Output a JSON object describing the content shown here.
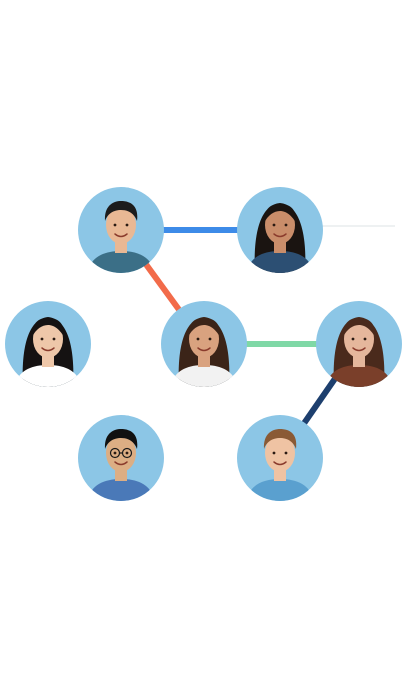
{
  "colors": {
    "background": "#ffffff",
    "avatar_background": "#8cc6e6",
    "connector_blue": "#3d8be8",
    "connector_orange": "#f26b4a",
    "connector_green": "#7fd8a6",
    "connector_navy": "#1d3f6e",
    "connector_faint": "#dde3e6"
  },
  "people": [
    {
      "id": "man-glasses-off-top-left",
      "skin": "#e9b894",
      "hair": "#1c1c1c",
      "hair_style": "short",
      "shirt": "#3b6f87",
      "accessory": "none"
    },
    {
      "id": "woman-top-right",
      "skin": "#c98d6a",
      "hair": "#1a1411",
      "hair_style": "long",
      "shirt": "#2c4f73",
      "accessory": "none"
    },
    {
      "id": "woman-left",
      "skin": "#eec7a9",
      "hair": "#151212",
      "hair_style": "long",
      "shirt": "#ffffff",
      "accessory": "none"
    },
    {
      "id": "woman-center",
      "skin": "#d9a27f",
      "hair": "#3b2418",
      "hair_style": "long",
      "shirt": "#f2f2f2",
      "accessory": "none"
    },
    {
      "id": "woman-right",
      "skin": "#e5b79c",
      "hair": "#4a2a1c",
      "hair_style": "long",
      "shirt": "#7a3f2a",
      "accessory": "none"
    },
    {
      "id": "man-glasses-bottom-left",
      "skin": "#dcae84",
      "hair": "#111111",
      "hair_style": "short",
      "shirt": "#4a79b8",
      "accessory": "glasses"
    },
    {
      "id": "man-bottom-right",
      "skin": "#efc3a3",
      "hair": "#8a5a35",
      "hair_style": "short",
      "shirt": "#5aa0cf",
      "accessory": "none"
    }
  ],
  "connections": [
    {
      "from": 0,
      "to": 1,
      "color": "connector_blue"
    },
    {
      "from": 0,
      "to": 3,
      "color": "connector_orange"
    },
    {
      "from": 3,
      "to": 4,
      "color": "connector_green"
    },
    {
      "from": 4,
      "to": 6,
      "color": "connector_navy"
    },
    {
      "from": 1,
      "to": "edge-right",
      "color": "connector_faint"
    }
  ]
}
